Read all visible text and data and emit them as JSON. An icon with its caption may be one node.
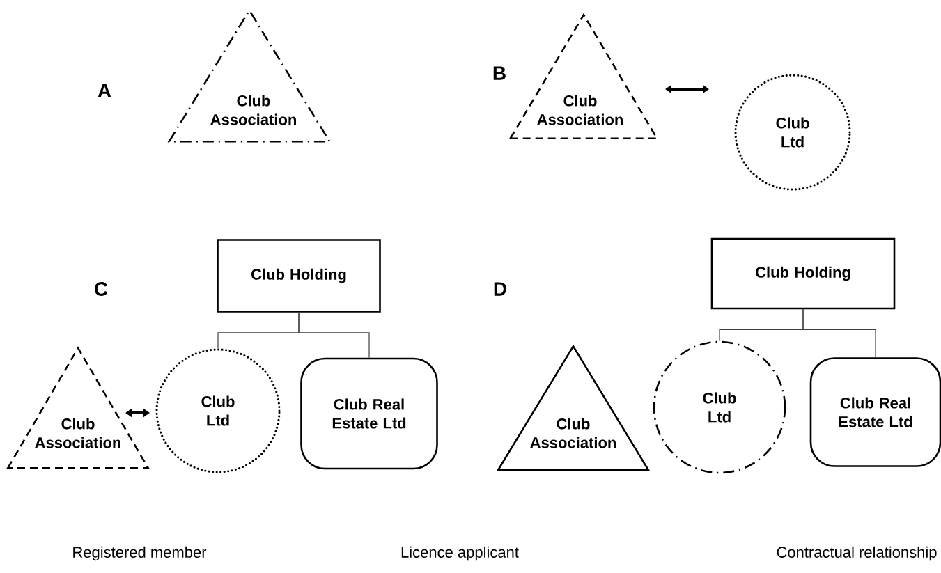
{
  "diagram": {
    "nodes": [
      {
        "text": [
          "Club Association"
        ]
      },
      {
        "text": [
          "Club Association"
        ]
      },
      {
        "text": [
          "Club Ltd"
        ]
      },
      {
        "text": [
          "Club Holding"
        ]
      },
      {
        "text": [
          "Club Association"
        ]
      },
      {
        "text": [
          "Club Ltd"
        ]
      },
      {
        "text": [
          "Club Real Estate Ltd"
        ]
      },
      {
        "text": [
          "Club Holding"
        ]
      },
      {
        "text": [
          "Club Association"
        ]
      },
      {
        "text": [
          "Club Ltd"
        ]
      },
      {
        "text": [
          "Club Real Estate Ltd"
        ]
      }
    ],
    "edges": [
      {
        "from": 1,
        "to": 2,
        "arrow": "both",
        "style": "thick"
      },
      {
        "from": 3,
        "to": 5,
        "arrow": "none"
      },
      {
        "from": 3,
        "to": 6,
        "arrow": "none"
      },
      {
        "from": 4,
        "to": 5,
        "arrow": "both",
        "style": "thick"
      },
      {
        "from": 7,
        "to": 9,
        "arrow": "none"
      },
      {
        "from": 7,
        "to": 10,
        "arrow": "none"
      }
    ],
    "labels": [
      "A",
      "B",
      "C",
      "D",
      "Registered member",
      "Licence applicant",
      "Contractual relationship"
    ]
  }
}
